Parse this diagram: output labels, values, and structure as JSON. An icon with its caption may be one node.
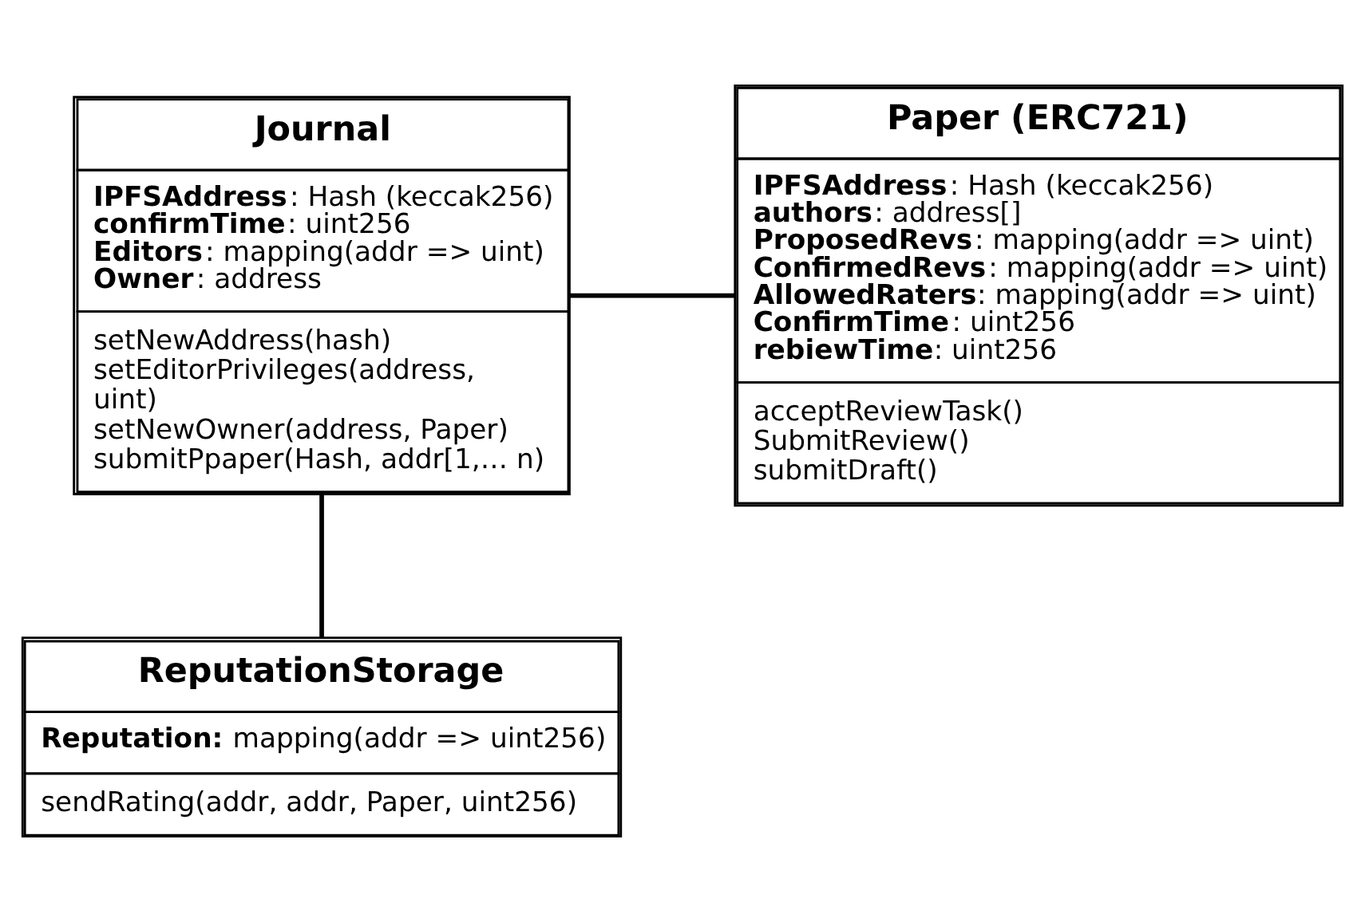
{
  "diagram": {
    "nodes": [
      {
        "text": [
          "Journal",
          "**IPFSAddress**: Hash (keccak256)",
          "**confirmTime**: uint256",
          "**Editors**: mapping(addr => uint)",
          "**Owner**: address",
          "setNewAddress(hash)",
          "setEditorPrivileges(address, uint)",
          "setNewOwner(address, Paper)",
          "submitPpaper(Hash, addr[1,… n)"
        ]
      },
      {
        "text": [
          "Paper (ERC721)",
          "**IPFSAddress**: Hash (keccak256)",
          "**authors**: address[]",
          "**ProposedRevs**: mapping(addr => uint)",
          "**ConfirmedRevs**: mapping(addr => uint)",
          "**AllowedRaters**: mapping(addr => uint)",
          "**ConfirmTime**: uint256",
          "**rebiewTime**: uint256",
          "acceptReviewTask()",
          "SubmitReview()",
          "submitDraft()"
        ]
      },
      {
        "text": [
          "ReputationStorage",
          "**Reputation:** mapping(addr => uint256)",
          "sendRating(addr, addr, Paper, uint256)"
        ]
      }
    ],
    "edges": [
      {
        "from": 0,
        "to": 1,
        "arrow": "none"
      },
      {
        "from": 0,
        "to": 2,
        "arrow": "none"
      }
    ]
  }
}
